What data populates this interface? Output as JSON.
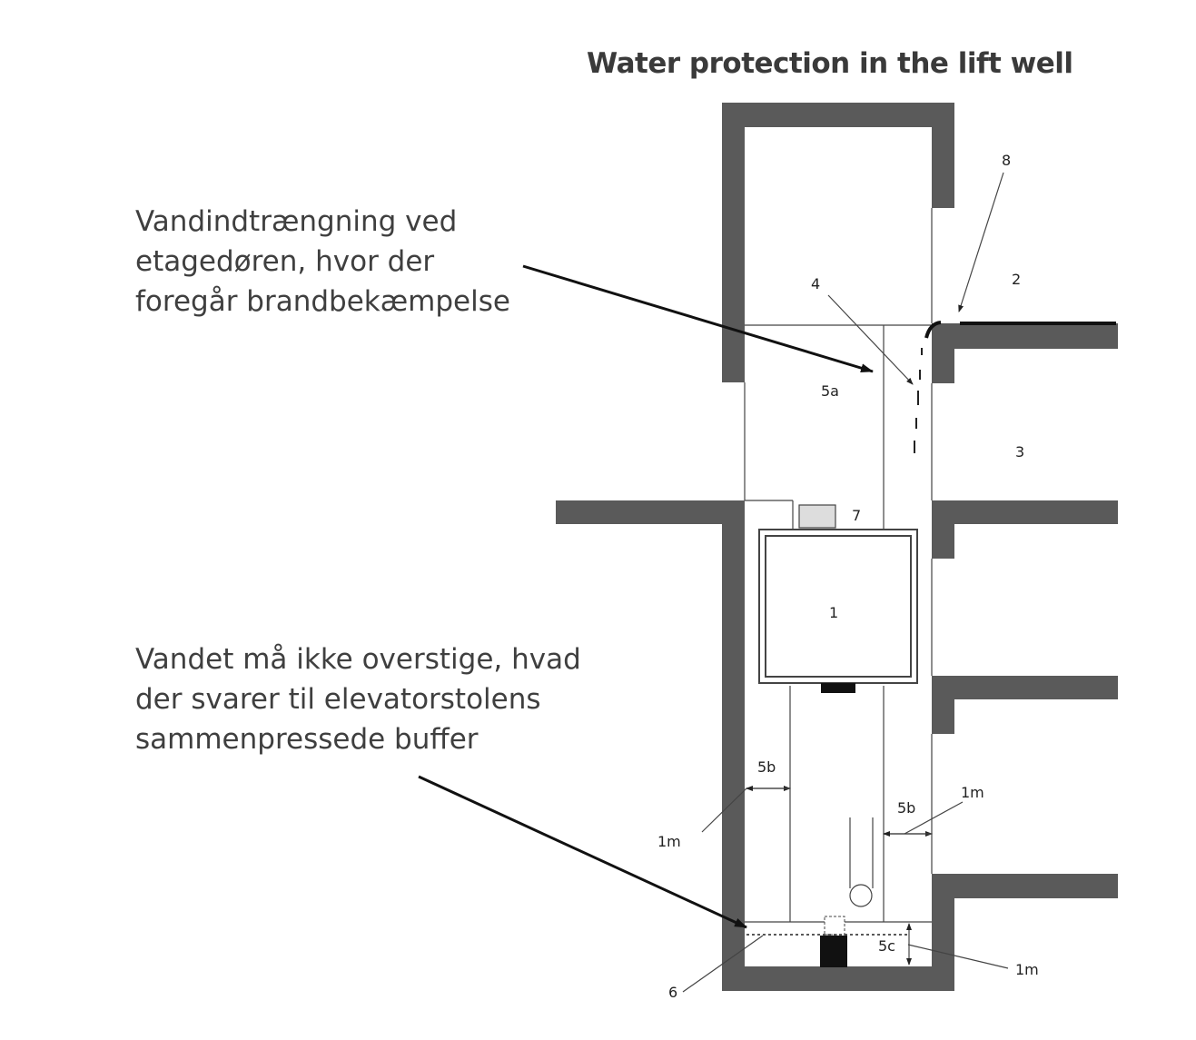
{
  "title": "Water protection in the lift well",
  "notes": {
    "top": [
      "Vandindtrængning ved",
      "etagedøren, hvor der",
      "foregår brandbekæmpelse"
    ],
    "bottom": [
      "Vandet må ikke overstige, hvad",
      "der svarer til elevatorstolens",
      "sammenpressede buffer"
    ]
  },
  "labels": {
    "car": "1",
    "landing_upper": "2",
    "landing_lower": "3",
    "door": "4",
    "zone_5a": "5a",
    "zone_5b_left": "5b",
    "zone_5b_right": "5b",
    "zone_5c": "5c",
    "water_level": "6",
    "car_top_unit": "7",
    "threshold": "8",
    "dim_1m_left": "1m",
    "dim_1m_right": "1m",
    "dim_1m_bottom": "1m"
  },
  "colors": {
    "wall": "#5a5a5a",
    "line": "#222222",
    "arrow": "#111111",
    "car_top": "#dddddd"
  }
}
